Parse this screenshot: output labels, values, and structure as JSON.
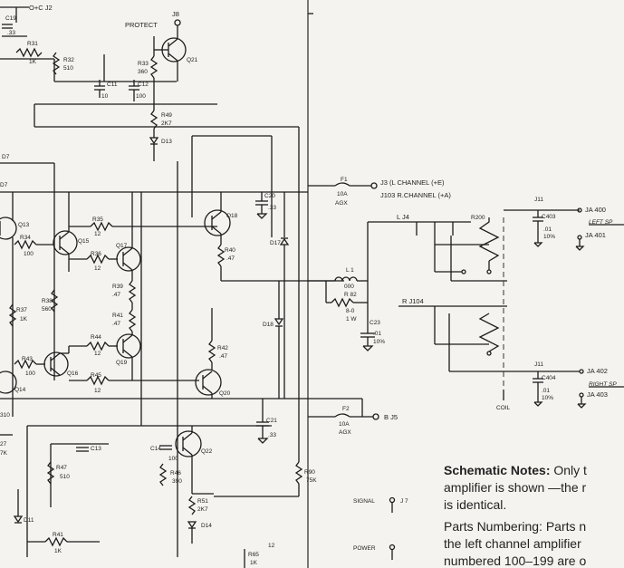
{
  "labels": {
    "c_j2": "O+C  J2",
    "c19": "C19",
    "c19v": ".33",
    "r31": "R31",
    "r31v": "1K",
    "r32": "R32",
    "r32v": "510",
    "c11": "C11",
    "c11v": "10",
    "c12": "C12",
    "c12v": "100",
    "r33": "R33",
    "r33v": "360",
    "j8": "J8",
    "protect": "PROTECT",
    "q21": "Q21",
    "r49": "R49",
    "r49v": "2K7",
    "d13": "D13",
    "q13": "Q13",
    "q15": "Q15",
    "q17": "Q17",
    "q16": "Q16",
    "q19": "Q19",
    "q18": "Q18",
    "q20": "Q20",
    "q22": "Q22",
    "q14": "Q14",
    "r34": "R34",
    "r34v": "100",
    "r35": "R35",
    "r35v": "12",
    "r36": "R36",
    "r36v": "12",
    "r38": "R38",
    "r38v": "560",
    "r37": "R37",
    "r37v": "1K",
    "r39": "R39",
    "r39v": ".47",
    "r41": "R41",
    "r41v": ".47",
    "r40": "R40",
    "r40v": ".47",
    "r42": "R42",
    "r42v": ".47",
    "r43": "R43",
    "r43v": "100",
    "r44": "R44",
    "r44v": "12",
    "r45": "R45",
    "r45v": "12",
    "c20": "C20",
    "c20v": ".33",
    "d17": "D17",
    "d18": "D18",
    "d7": "D7",
    "f1": "F1",
    "f1v": "10A",
    "f1t": "AGX",
    "j3": "J3 (L CHANNEL (+E)",
    "j103": "J103 R.CHANNEL (+A)",
    "l1": "L 1",
    "l1v": "000",
    "r82": "R 82",
    "r82v": "8-0",
    "r82w": "1 W",
    "c23": "C23",
    "c23v": ".01",
    "c23t": "10%",
    "l_j4": "L    J4",
    "r_j104": "R  J104",
    "r200": "R200",
    "j11a": "J11",
    "j11b": "J11",
    "c403": "C403",
    "c403v": ".01",
    "c403t": "10%",
    "c404": "C404",
    "c404v": ".01",
    "c404t": "10%",
    "ja400": "JA 400",
    "ja401": "JA 401",
    "left_s": "LEFT SP",
    "ja402": "JA 402",
    "ja403": "JA 403",
    "right_s": "RIGHT SP",
    "coil": "COIL",
    "f2": "F2",
    "f2v": "10A",
    "f2t": "AGX",
    "b_j5": "B   J5",
    "c21": "C21",
    "c21v": ".33",
    "c13": "C13",
    "c14": "C14",
    "c14v": "100",
    "r46": "R46",
    "r46v": "390",
    "r47": "R47",
    "r47v": "510",
    "r90": "R90",
    "r90v": "75K",
    "r51": "R51",
    "r51v": "2K7",
    "d14": "D14",
    "d11": "D11",
    "r41b": "R41",
    "r41bv": "1K",
    "r65": "R65",
    "r65v": "1K",
    "v12": "12",
    "signal": "SIGNAL",
    "j7": "J 7",
    "power": "POWER",
    "r27": "27",
    "r27v": "7K",
    "k310": "310"
  },
  "notes": {
    "heading": "Schematic Notes:",
    "line1": " Only t",
    "line2": "amplifier is shown —the r",
    "line3": "is identical.",
    "line4": "Parts Numbering: Parts n",
    "line5": "the left channel amplifier",
    "line6": "numbered 100–199 are o"
  }
}
